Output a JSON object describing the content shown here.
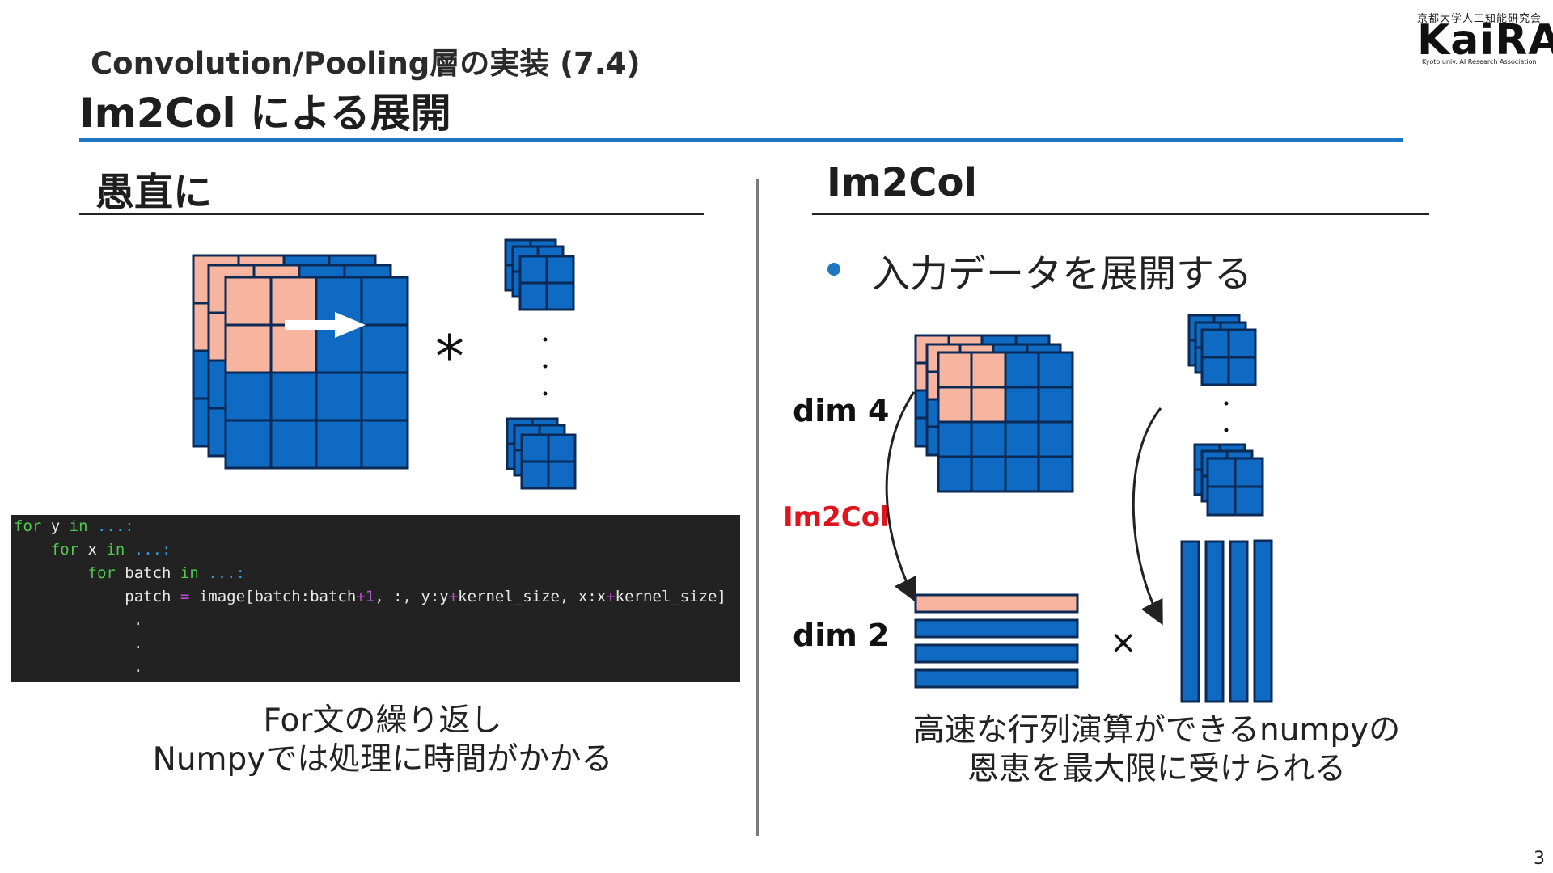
{
  "slide": {
    "subtitle": "Convolution/Pooling層の実装 (7.4)",
    "title": "Im2Col による展開",
    "page_number": "3"
  },
  "logo": {
    "top_text": "京都大学人工知能研究会",
    "name": "KaiRA",
    "tagline": "Kyoto univ. AI Research Association"
  },
  "left": {
    "heading": "愚直に",
    "operator": "*",
    "code_lines": [
      {
        "indent": "",
        "kw1": "for",
        "mid": " y ",
        "kw2": "in",
        "rest": " ...:"
      },
      {
        "indent": "    ",
        "kw1": "for",
        "mid": " x ",
        "kw2": "in",
        "rest": " ...:"
      },
      {
        "indent": "        ",
        "kw1": "for",
        "mid": " batch ",
        "kw2": "in",
        "rest": " ...:"
      }
    ],
    "code_patch": {
      "indent": "            ",
      "a": "patch ",
      "eq": "=",
      "b": " image[batch:batch",
      "plus1": "+",
      "one": "1",
      "c": ", :, y:y",
      "plus2": "+",
      "d": "kernel_size, x:x",
      "plus3": "+",
      "e": "kernel_size]"
    },
    "code_dots": ".",
    "caption_line1": "For文の繰り返し",
    "caption_line2": "Numpyでは処理に時間がかかる"
  },
  "right": {
    "heading": "Im2Col",
    "bullet": "入力データを展開する",
    "dim4_label": "dim 4",
    "dim2_label": "dim 2",
    "arrow_label": "Im2Col",
    "operator": "×",
    "caption_line1": "高速な行列演算ができるnumpyの",
    "caption_line2": "恩恵を最大限に受けられる"
  },
  "colors": {
    "blue": "#0e6ac2",
    "salmon": "#f7b59f",
    "border": "#0b2a55",
    "accent_rule": "#1f77c4",
    "red_label": "#e0141c"
  }
}
